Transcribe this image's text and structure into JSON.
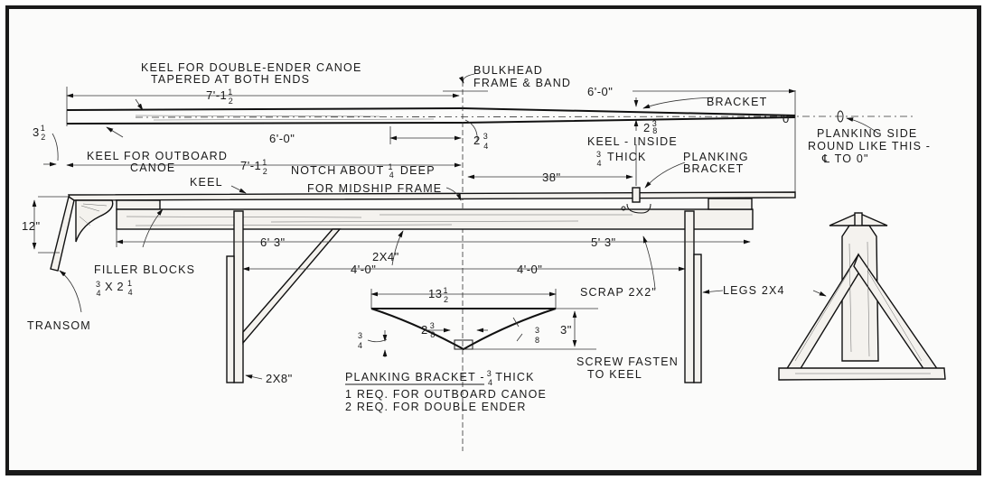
{
  "drawing": {
    "title": "Boat building sawhorse / keel jig plan",
    "labels": {
      "keel_double_ender_1": "KEEL FOR DOUBLE-ENDER CANOE",
      "keel_double_ender_2": "TAPERED AT BOTH ENDS",
      "bulkhead_1": "BULKHEAD",
      "bulkhead_2": "FRAME & BAND",
      "bracket": "BRACKET",
      "planking_side_1": "PLANKING SIDE",
      "planking_side_2": "ROUND LIKE THIS -",
      "planking_side_3": "℄ TO 0\"",
      "keel_outboard_1": "KEEL FOR OUTBOARD",
      "keel_outboard_2": "CANOE",
      "keel_inside_1": "KEEL - INSIDE",
      "keel_inside_2": "THICK",
      "notch_1": "NOTCH ABOUT",
      "notch_1b": "DEEP",
      "notch_2": "FOR MIDSHIP FRAME",
      "planking_bracket_1": "PLANKING",
      "planking_bracket_2": "BRACKET",
      "keel": "KEEL",
      "filler_blocks": "FILLER BLOCKS",
      "filler_blocks_size": "X 2",
      "transom": "TRANSOM",
      "twobyfour": "2X4\"",
      "scrap": "SCRAP 2X2\"",
      "legs": "LEGS 2X4",
      "twobyeight": "2X8\"",
      "screw_1": "SCREW FASTEN",
      "screw_2": "TO KEEL",
      "pb_title": "PLANKING BRACKET -",
      "pb_title_2": "THICK",
      "req_1": "1 REQ. FOR OUTBOARD CANOE",
      "req_2": "2 REQ. FOR DOUBLE ENDER"
    },
    "dimensions": {
      "keel_len_top": "7'-1",
      "keel_len_outboard": "7'-1",
      "six_ft_lower": "6'-0\"",
      "six_ft_upper": "6'-0\"",
      "two_three_quarter": "2",
      "two_three_eighths_keel": "2",
      "three_half": "3",
      "zero": "0\"",
      "thirty_eight": "38\"",
      "twelve": "12\"",
      "six_three": "6' 3\"",
      "five_three": "5' 3\"",
      "four_left": "4'-0\"",
      "four_right": "4'-0\"",
      "thirteen_half": "13",
      "three_inch": "3\"",
      "bracket_2_3_8": "2",
      "frac_half": [
        "1",
        "2"
      ],
      "frac_quarter_3": [
        "3",
        "4"
      ],
      "frac_quarter_1": [
        "1",
        "4"
      ],
      "frac_eighth_3": [
        "3",
        "8"
      ]
    }
  }
}
